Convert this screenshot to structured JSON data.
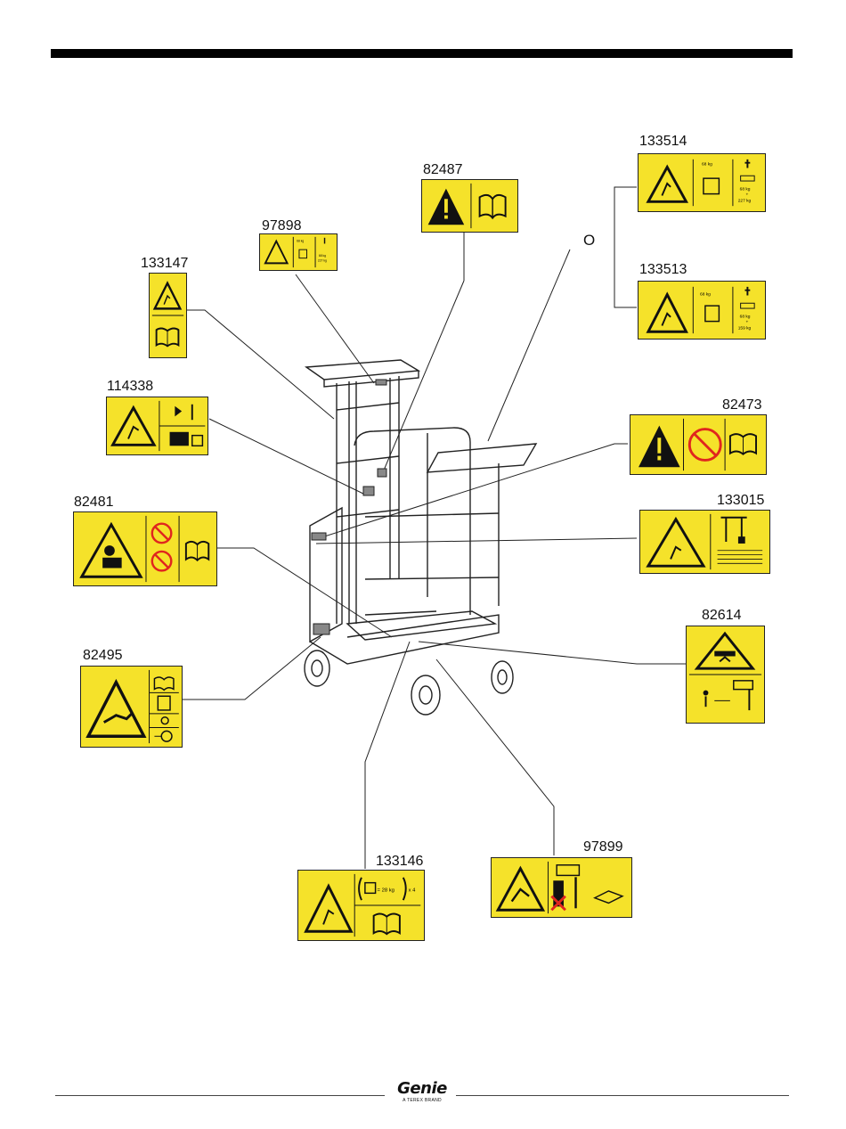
{
  "labels": {
    "l133514": "133514",
    "l82487": "82487",
    "l97898": "97898",
    "l133147": "133147",
    "l133513": "133513",
    "l114338": "114338",
    "l82473": "82473",
    "l82481": "82481",
    "l133015": "133015",
    "l82614": "82614",
    "l82495": "82495",
    "l97899": "97899",
    "l133146": "133146"
  },
  "or_connector": "O",
  "decal_text": {
    "d133514_weight1": "68 kg",
    "d133514_weight2": "68 kg",
    "d133514_plus": "+",
    "d133514_weight3": "227 kg",
    "d133513_weight1": "68 kg",
    "d133513_weight2": "68 kg",
    "d133513_plus": "+",
    "d133513_weight3": "159 kg",
    "d133146_weight": "= 28 kg",
    "d133146_mult": "x 4",
    "d97898_weight1": "68 kg",
    "d97898_weight2": "68 kg",
    "d97898_weight3": "227 kg"
  },
  "footer": {
    "brand": "Genie",
    "tagline": "A TEREX BRAND"
  },
  "colors": {
    "decal_yellow": "#f5e22a",
    "ink": "#111111",
    "prohibit_red": "#e0261e"
  }
}
